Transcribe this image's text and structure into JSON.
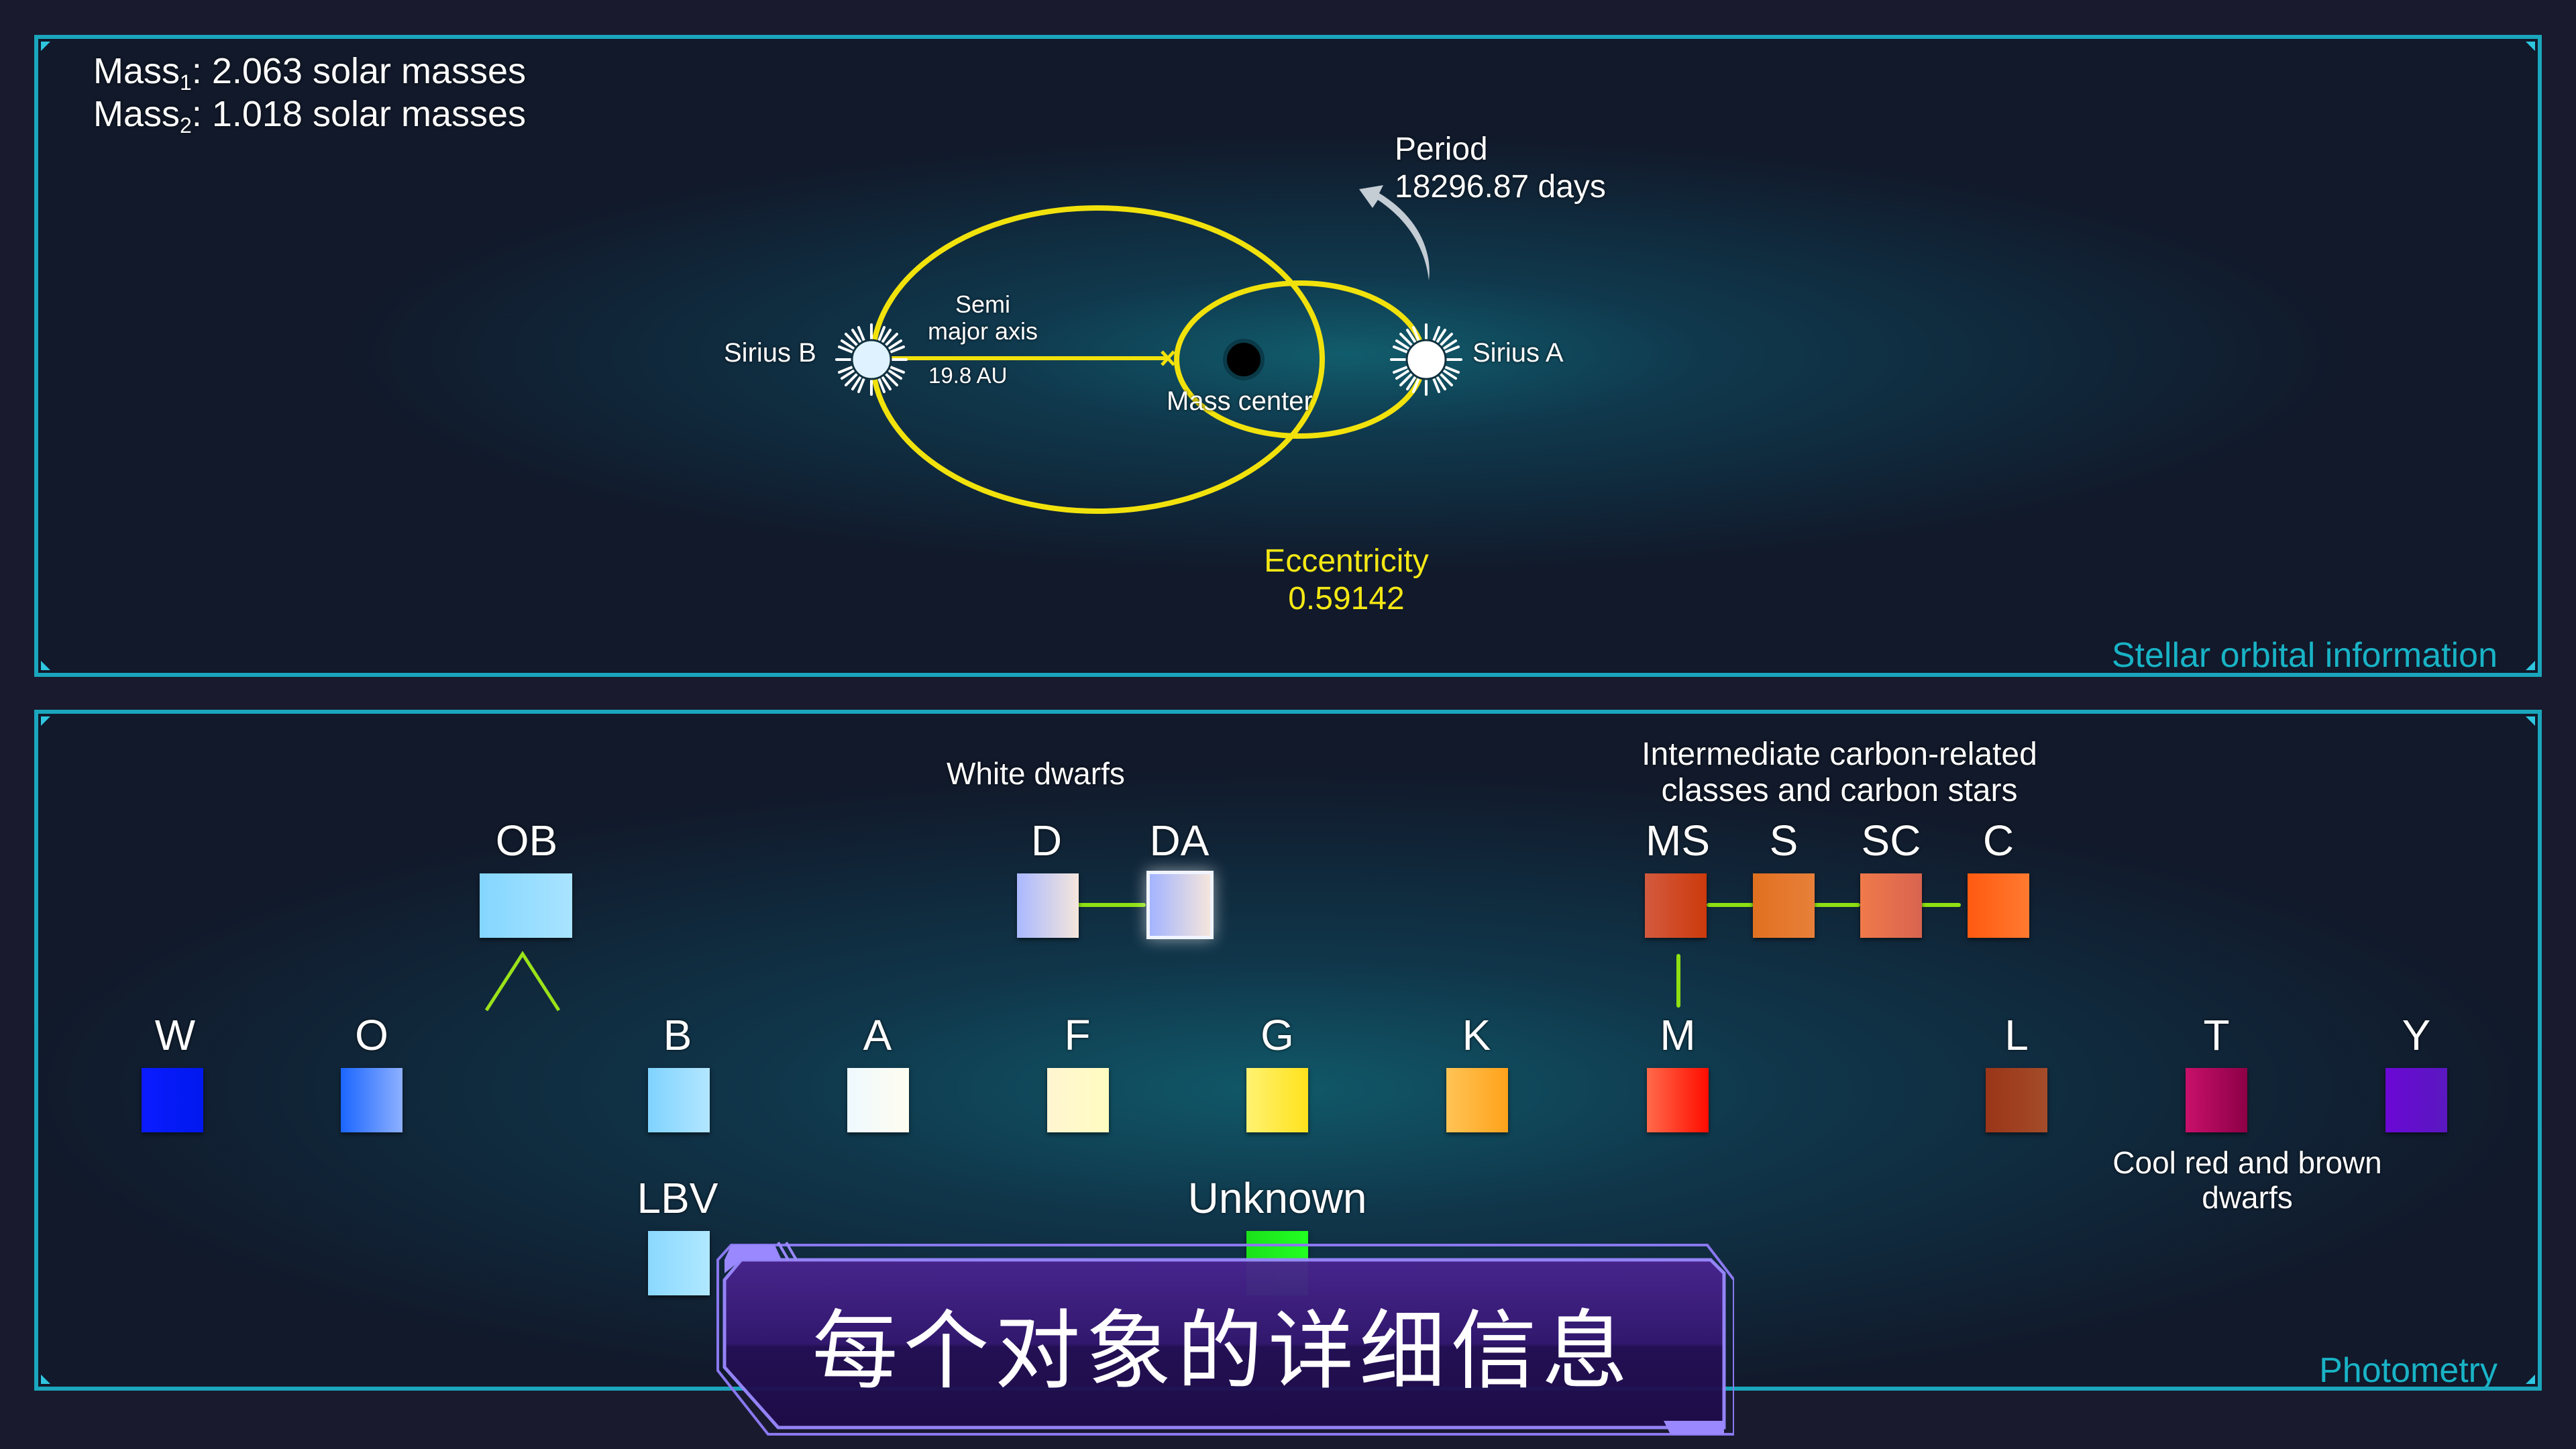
{
  "orbital_panel": {
    "title": "Stellar orbital information",
    "mass1": {
      "label": "Mass",
      "sub": "1",
      "value": ": 2.063 solar masses"
    },
    "mass2": {
      "label": "Mass",
      "sub": "2",
      "value": ": 1.018 solar masses"
    },
    "period": {
      "label": "Period",
      "value": "18296.87 days"
    },
    "star_b": "Sirius B",
    "star_a": "Sirius A",
    "semi_major_axis": {
      "line1": "Semi",
      "line2": "major axis",
      "value": "19.8 AU"
    },
    "mass_center": "Mass center",
    "eccentricity": {
      "label": "Eccentricity",
      "value": "0.59142"
    },
    "colors": {
      "orbit": "#f2e20c",
      "accent": "#19b3c6",
      "eccentricity_text": "#f5e814"
    }
  },
  "photometry_panel": {
    "title": "Photometry",
    "group_labels": {
      "white_dwarfs": "White dwarfs",
      "carbon_line1": "Intermediate carbon-related",
      "carbon_line2": "classes and carbon stars",
      "cool_line1": "Cool red and brown",
      "cool_line2": "dwarfs"
    },
    "classes": [
      {
        "id": "W",
        "label": "W",
        "color_from": "#0a1cff",
        "color_to": "#0018ee"
      },
      {
        "id": "O",
        "label": "O",
        "color_from": "#1b66ff",
        "color_to": "#8db0ff"
      },
      {
        "id": "OB",
        "label": "OB",
        "color_from": "#84d6ff",
        "color_to": "#a9e4ff"
      },
      {
        "id": "B",
        "label": "B",
        "color_from": "#7fd3ff",
        "color_to": "#b3e6ff"
      },
      {
        "id": "A",
        "label": "A",
        "color_from": "#eef9ff",
        "color_to": "#fffdf0"
      },
      {
        "id": "F",
        "label": "F",
        "color_from": "#fff5d2",
        "color_to": "#fffcc0"
      },
      {
        "id": "G",
        "label": "G",
        "color_from": "#fff272",
        "color_to": "#ffe21c"
      },
      {
        "id": "K",
        "label": "K",
        "color_from": "#ffc456",
        "color_to": "#ffa21a"
      },
      {
        "id": "M",
        "label": "M",
        "color_from": "#ff6a4a",
        "color_to": "#ff0c00"
      },
      {
        "id": "L",
        "label": "L",
        "color_from": "#9a3518",
        "color_to": "#a44c2a"
      },
      {
        "id": "T",
        "label": "T",
        "color_from": "#c8106a",
        "color_to": "#8c0046"
      },
      {
        "id": "Y",
        "label": "Y",
        "color_from": "#6a08d4",
        "color_to": "#5a18c0"
      },
      {
        "id": "D",
        "label": "D",
        "color_from": "#a9b8ff",
        "color_to": "#f5e6dc"
      },
      {
        "id": "DA",
        "label": "DA",
        "color_from": "#a3b4ff",
        "color_to": "#f5e6dc"
      },
      {
        "id": "MS",
        "label": "MS",
        "color_from": "#d35a3e",
        "color_to": "#cc3a0c"
      },
      {
        "id": "S",
        "label": "S",
        "color_from": "#e07020",
        "color_to": "#e8803a"
      },
      {
        "id": "SC",
        "label": "SC",
        "color_from": "#f07a4a",
        "color_to": "#d86450"
      },
      {
        "id": "C",
        "label": "C",
        "color_from": "#ff5a10",
        "color_to": "#ff7a30"
      },
      {
        "id": "LBV",
        "label": "LBV",
        "color_from": "#8ad8ff",
        "color_to": "#b0e8ff"
      },
      {
        "id": "Unknown",
        "label": "Unknown",
        "color_from": "#1be01b",
        "color_to": "#22ff22"
      }
    ],
    "connector_color": "#8ee012"
  },
  "subtitle": {
    "text": "每个对象的详细信息",
    "colors": {
      "fill_top": "#4a2590",
      "fill_bottom": "#1e0c48",
      "border": "#9a88ff"
    }
  }
}
